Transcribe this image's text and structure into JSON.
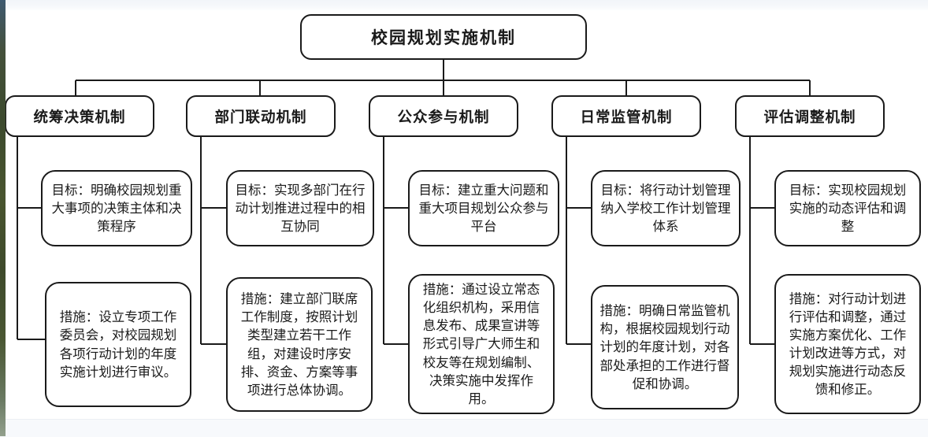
{
  "document": {
    "title": "校园规划实施机制",
    "background_color": "#ffffff",
    "line_color": "#1a1a1a"
  },
  "diagram": {
    "type": "org-chart",
    "root": {
      "label": "校园规划实施机制"
    },
    "columns": [
      {
        "header": "统筹决策机制",
        "goal": "目标：明确校园规划重大事项的决策主体和决策程序",
        "measure": "措施：设立专项工作委员会，对校园规划各项行动计划的年度实施计划进行审议。"
      },
      {
        "header": "部门联动机制",
        "goal": "目标：实现多部门在行动计划推进过程中的相互协同",
        "measure": "措施：建立部门联席工作制度，按照计划类型建立若干工作组，对建设时序安排、资金、方案等事项进行总体协调。"
      },
      {
        "header": "公众参与机制",
        "goal": "目标：建立重大问题和重大项目规划公众参与平台",
        "measure": "措施：通过设立常态化组织机构，采用信息发布、成果宣讲等形式引导广大师生和校友等在规划编制、决策实施中发挥作用。"
      },
      {
        "header": "日常监管机制",
        "goal": "目标：将行动计划管理纳入学校工作计划管理体系",
        "measure": "措施：明确日常监管机构，根据校园规划行动计划的年度计划，对各部处承担的工作进行督促和协调。"
      },
      {
        "header": "评估调整机制",
        "goal": "目标：实现校园规划实施的动态评估和调整",
        "measure": "措施：对行动计划进行评估和调整，通过实施方案优化、工作计划改进等方式，对规划实施进行动态反馈和修正。"
      }
    ]
  }
}
